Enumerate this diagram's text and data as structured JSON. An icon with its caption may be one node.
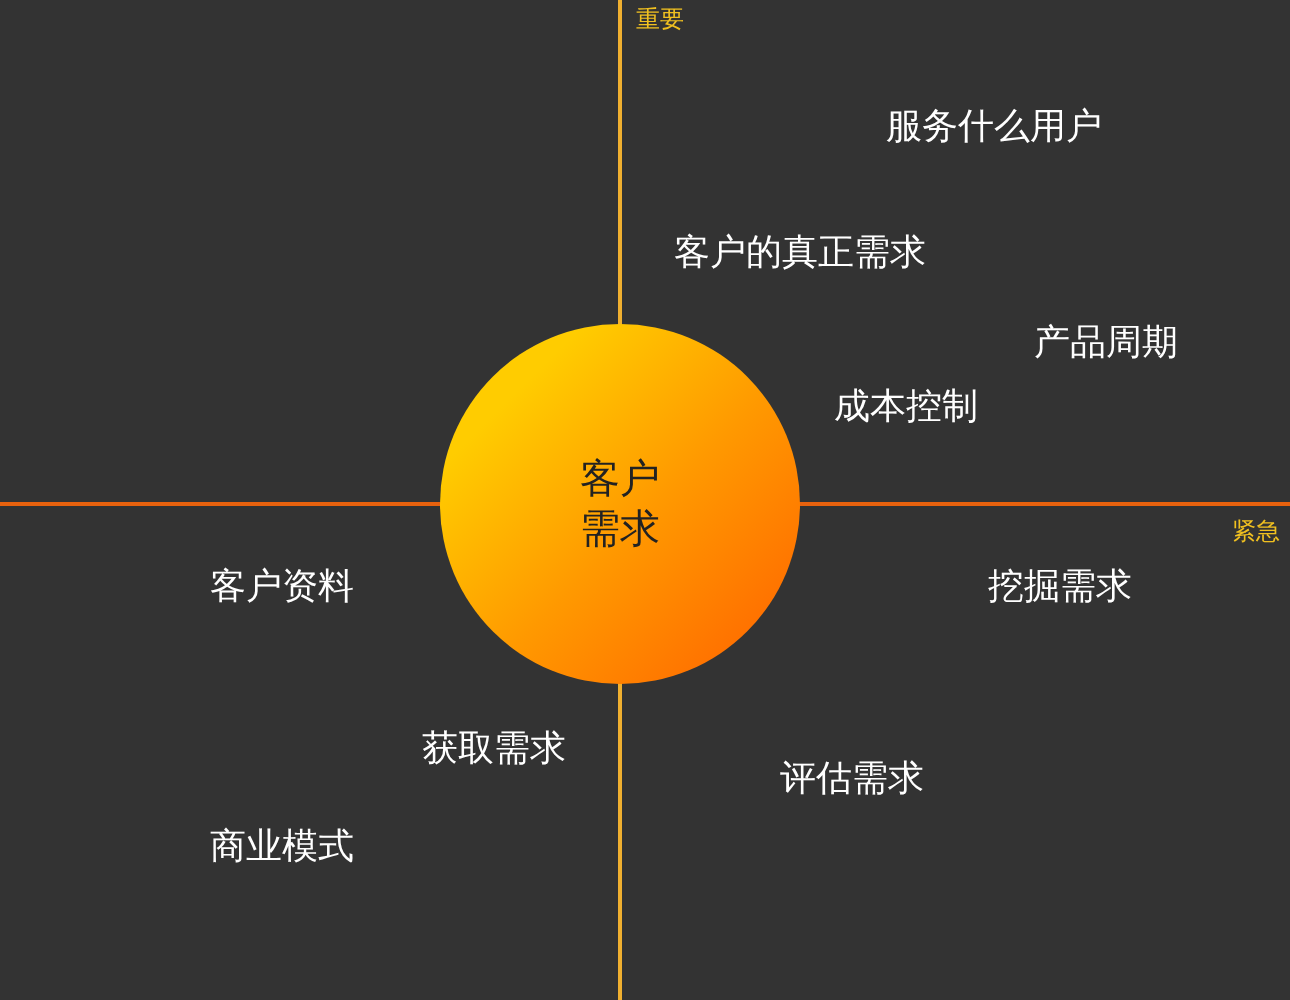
{
  "diagram": {
    "nodes": [
      {
        "text": [
          "客户需求"
        ]
      }
    ],
    "labels": [
      "重要",
      "服务什么用户",
      "客户的真正需求",
      "产品周期",
      "成本控制",
      "紧急",
      "客户资料",
      "挖掘需求",
      "获取需求",
      "评估需求",
      "商业模式"
    ]
  }
}
